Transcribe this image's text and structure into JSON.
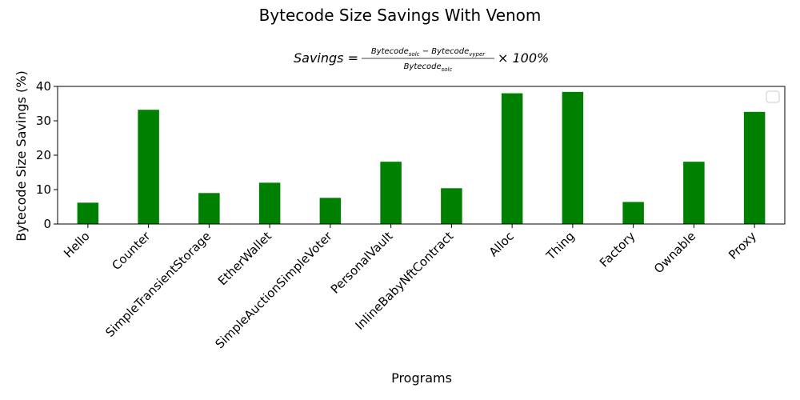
{
  "chart_data": {
    "type": "bar",
    "title": "Bytecode Size Savings With Venom",
    "formula": {
      "lhs": "Savings",
      "numerator": "Bytecode_solc − Bytecode_vyper",
      "denominator": "Bytecode_solc",
      "suffix": "× 100%"
    },
    "xlabel": "Programs",
    "ylabel": "Bytecode Size Savings (%)",
    "ylim": [
      0,
      40
    ],
    "yticks": [
      0,
      10,
      20,
      30,
      40
    ],
    "categories": [
      "Hello",
      "Counter",
      "SimpleTransientStorage",
      "EtherWallet",
      "SimpleAuctionSimpleVoter",
      "PersonalVault",
      "InlineBabyNftContract",
      "Alloc",
      "Thing",
      "Factory",
      "Ownable",
      "Proxy"
    ],
    "values": [
      6.2,
      33.2,
      9.0,
      12.0,
      7.6,
      18.1,
      10.4,
      38.0,
      38.4,
      6.4,
      18.1,
      32.6
    ],
    "bar_color": "#008000",
    "grid": false,
    "legend": "top-right (empty)"
  }
}
